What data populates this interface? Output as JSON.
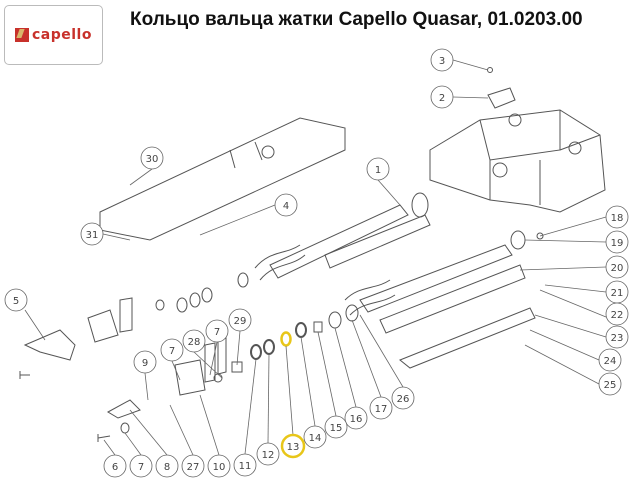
{
  "header": {
    "logo_text": "capello",
    "title": "Кольцо вальца жатки Capello Quasar, 01.0203.00"
  },
  "diagram": {
    "highlight_color": "#e8c619",
    "highlighted_part": "13",
    "callouts": [
      "3",
      "2",
      "30",
      "1",
      "4",
      "31",
      "18",
      "19",
      "20",
      "21",
      "22",
      "23",
      "24",
      "25",
      "5",
      "29",
      "7",
      "28",
      "9",
      "7",
      "26",
      "17",
      "16",
      "15",
      "14",
      "13",
      "12",
      "11",
      "10",
      "27",
      "8",
      "7",
      "6"
    ]
  }
}
